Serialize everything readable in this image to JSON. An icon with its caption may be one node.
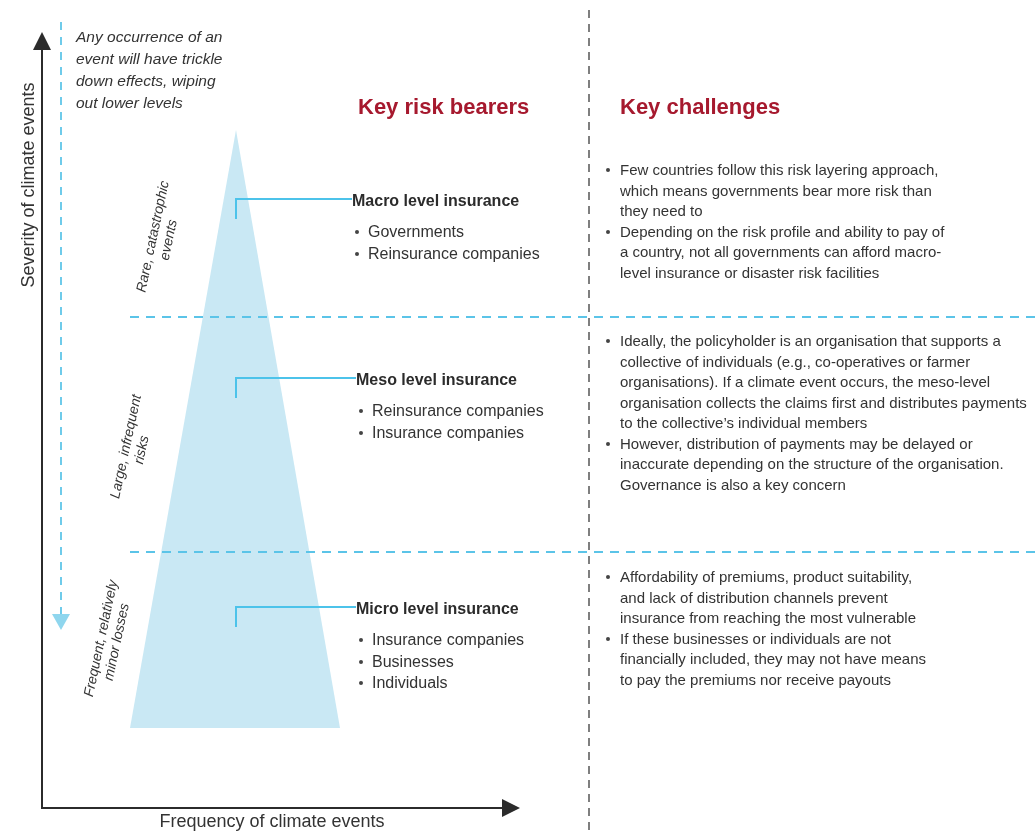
{
  "diagram": {
    "nodes": [
      {
        "text": [
          "Macro level insurance",
          "Governments",
          "Reinsurance companies"
        ]
      },
      {
        "text": [
          "Meso level insurance",
          "Reinsurance companies",
          "Insurance companies"
        ]
      },
      {
        "text": [
          "Micro level insurance",
          "Insurance companies",
          "Businesses",
          "Individuals"
        ]
      }
    ],
    "edges": [
      {
        "from": 0,
        "to": null,
        "arrow": "none"
      },
      {
        "from": 1,
        "to": null,
        "arrow": "none"
      },
      {
        "from": 2,
        "to": null,
        "arrow": "none"
      }
    ],
    "labels": [
      "Any occurrence of an event will have trickle down effects, wiping out lower levels",
      "Key risk bearers",
      "Key challenges",
      "Severity of climate events",
      "Rare, catastrophic events",
      "Few countries follow this risk layering approach, which means governments bear more risk than they need to",
      "Depending on the risk profile and ability to pay of a country, not all governments can afford macro-level insurance or disaster risk facilities",
      "Large, infrequent risks",
      "Ideally, the policyholder is an organisation that supports a collective of individuals (e.g., co-operatives or farmer organisations). If a climate event occurs, the meso-level organisation collects the claims first and distributes payments to the collective’s individual members",
      "However, distribution of payments may be delayed or inaccurate depending on the structure of the organisation. Governance is also a key concern",
      "Frequent, relatively minor losses",
      "Affordability of premiums, product suitability, and lack of distribution channels prevent insurance from reaching the most vulnerable",
      "If these businesses or individuals are not financially included, they may not have means to pay the premiums nor receive payouts",
      "Frequency of climate events"
    ]
  }
}
